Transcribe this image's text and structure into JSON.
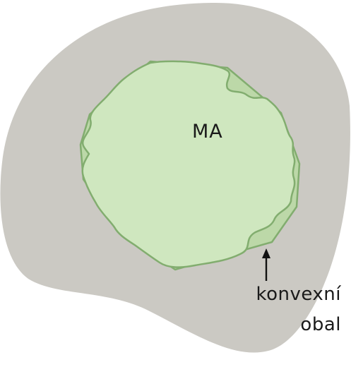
{
  "labels": {
    "region": "MA",
    "callout_line1": "konvexní",
    "callout_line2": "obal"
  },
  "colors": {
    "background_blob": "#cbc9c3",
    "region_fill": "#cfe7bf",
    "hull_fill": "#bcd8a8",
    "outline": "#82ad6f",
    "arrow": "#111111"
  }
}
